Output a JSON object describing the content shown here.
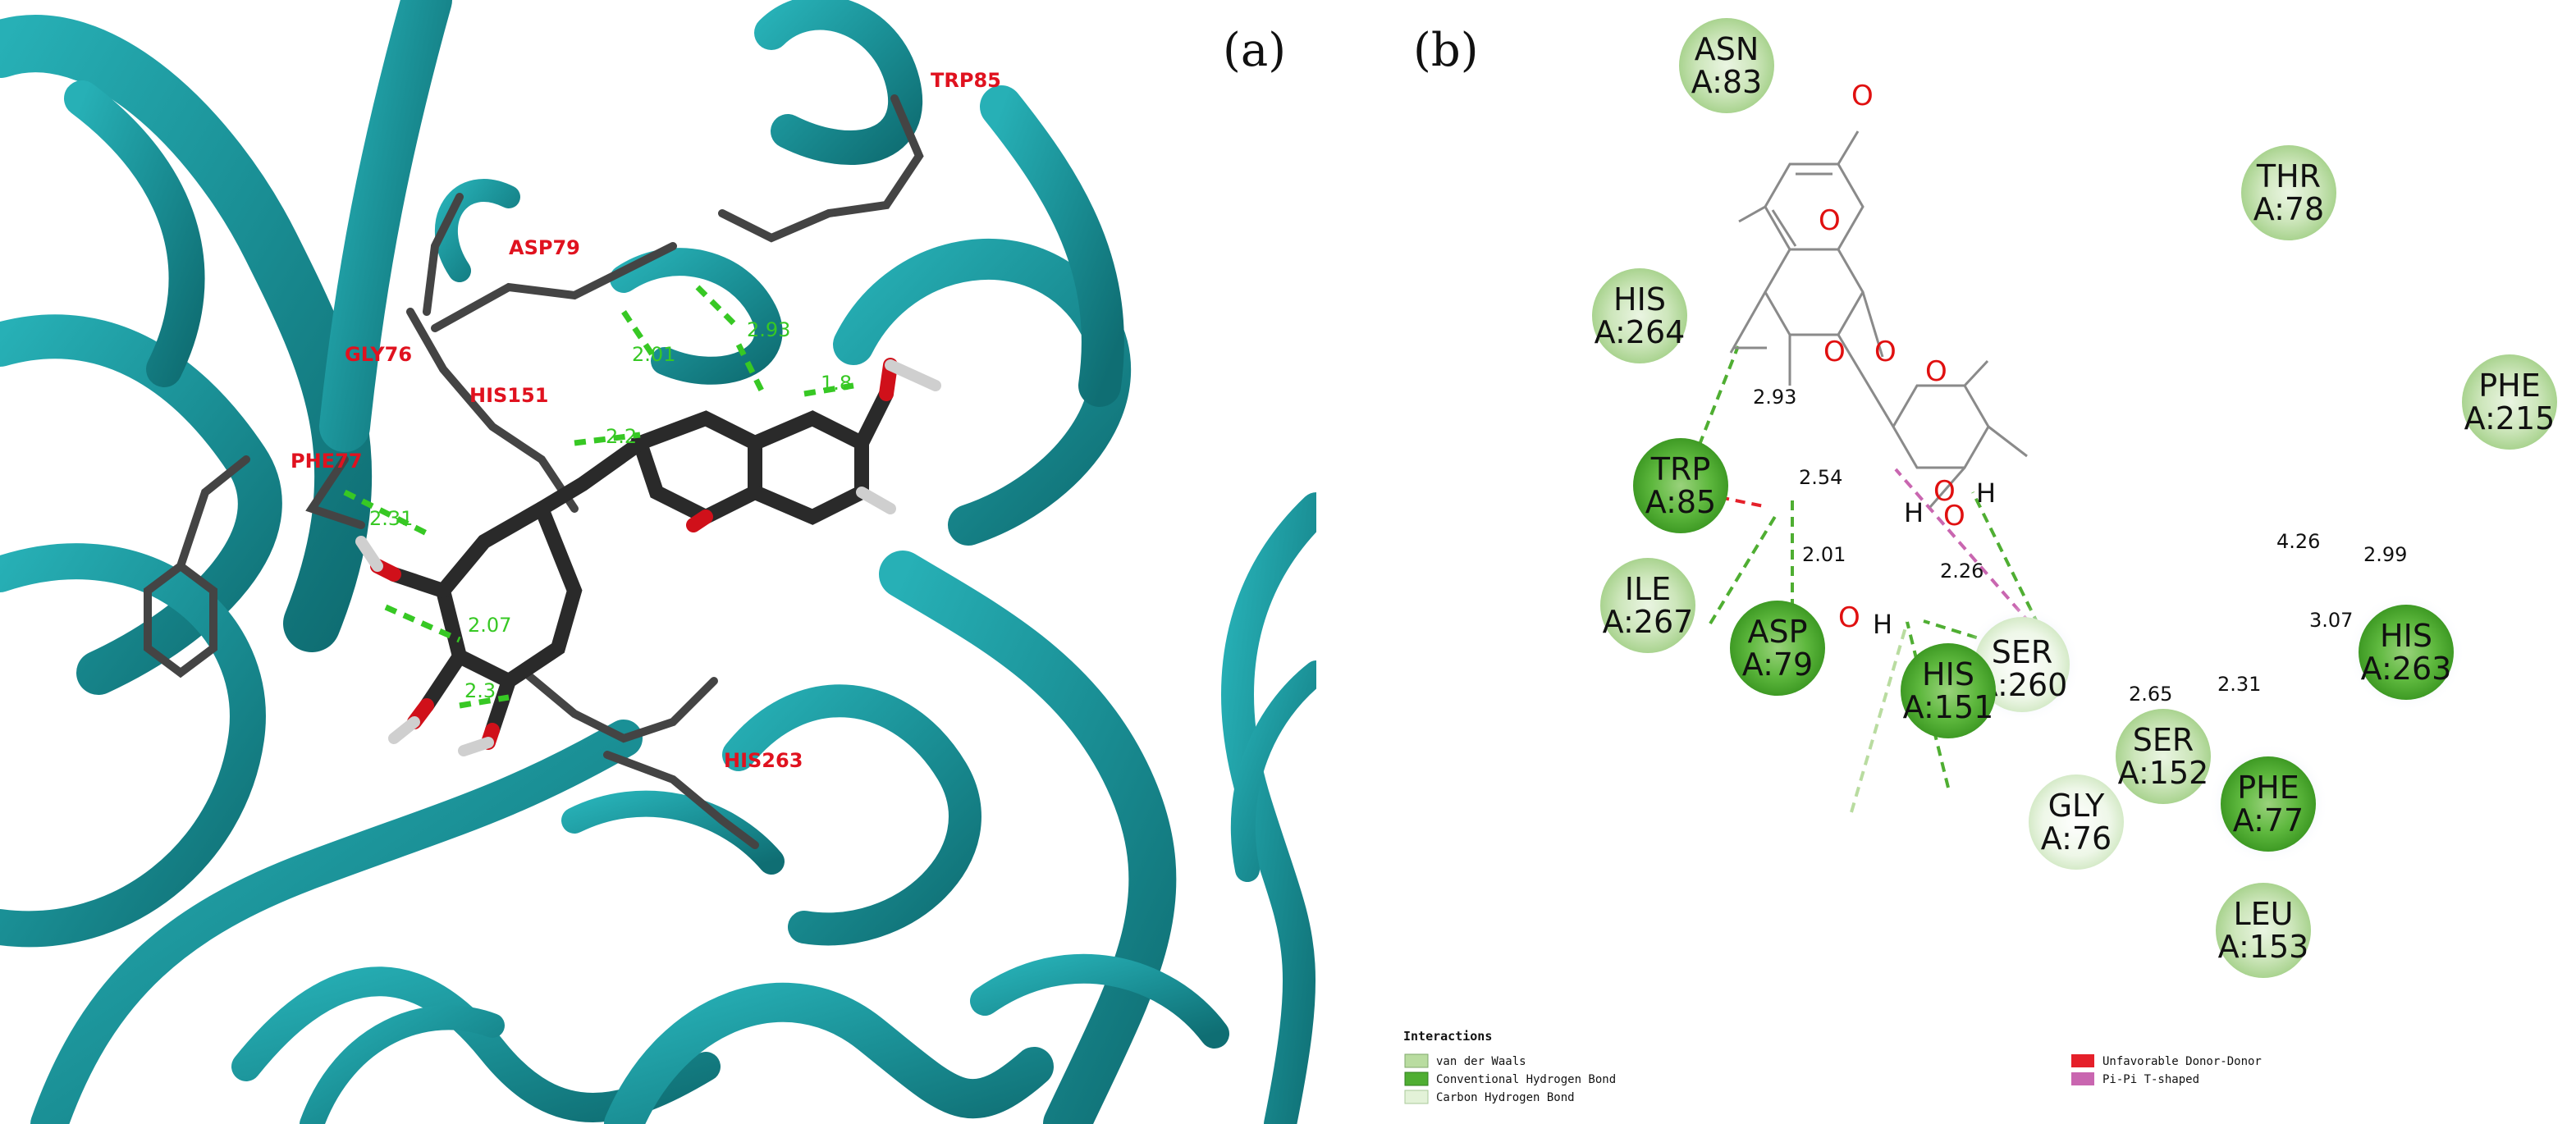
{
  "panels": {
    "a": {
      "letter": "(a)"
    },
    "b": {
      "letter": "(b)"
    }
  },
  "panel_a_labels": {
    "TRP85": "TRP85",
    "ASP79": "ASP79",
    "GLY76": "GLY76",
    "HIS151": "HIS151",
    "PHE77": "PHE77",
    "HIS263": "HIS263",
    "d_2_31": "2.31",
    "d_2_07": "2.07",
    "d_2_01": "2.01",
    "d_2_93": "2.93",
    "d_1_8": "1.8",
    "d_2_2": "2.2",
    "d_2_3": "2.3"
  },
  "molecule": {
    "o_label": "O",
    "h_label": "H"
  },
  "residues": {
    "ASN83": {
      "line1": "ASN",
      "line2": "A:83"
    },
    "THR78": {
      "line1": "THR",
      "line2": "A:78"
    },
    "HIS264": {
      "line1": "HIS",
      "line2": "A:264"
    },
    "PHE215": {
      "line1": "PHE",
      "line2": "A:215"
    },
    "TRP85": {
      "line1": "TRP",
      "line2": "A:85"
    },
    "ILE267": {
      "line1": "ILE",
      "line2": "A:267"
    },
    "ASP79": {
      "line1": "ASP",
      "line2": "A:79"
    },
    "HIS151": {
      "line1": "HIS",
      "line2": "A:151"
    },
    "SER260": {
      "line1": "SER",
      "line2": "A:260"
    },
    "SER152": {
      "line1": "SER",
      "line2": "A:152"
    },
    "GLY76": {
      "line1": "GLY",
      "line2": "A:76"
    },
    "PHE77": {
      "line1": "PHE",
      "line2": "A:77"
    },
    "HIS263": {
      "line1": "HIS",
      "line2": "A:263"
    },
    "LEU153": {
      "line1": "LEU",
      "line2": "A:153"
    }
  },
  "distances": {
    "trp85_o": "2.93",
    "trp85_h": "2.54",
    "asp79": "2.01",
    "his151": "2.26",
    "his263_h": "2.99",
    "pi_t": "4.26",
    "his263_o": "3.07",
    "gly76": "2.65",
    "phe77": "2.31"
  },
  "legend": {
    "title": "Interactions",
    "vdw": "van der Waals",
    "conv_hb": "Conventional Hydrogen Bond",
    "carbon_hb": "Carbon Hydrogen Bond",
    "unfav": "Unfavorable Donor-Donor",
    "pipi": "Pi-Pi T-shaped"
  },
  "colors": {
    "ribbon": "#1f9aa0",
    "vdw": "#b9dca0",
    "conv_hb": "#4fae32",
    "carbon_hb": "#e3f2d8",
    "unfav": "#e5202a",
    "pipi": "#c966b0"
  }
}
